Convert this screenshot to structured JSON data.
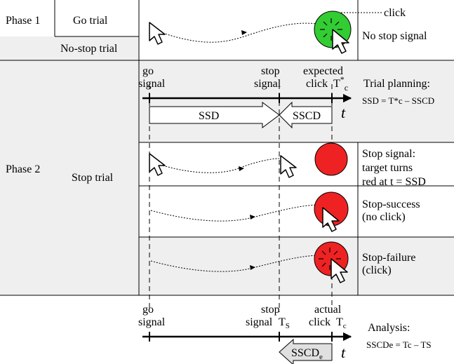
{
  "phase1": {
    "label": "Phase 1",
    "go_trial": "Go trial",
    "no_stop_trial": "No-stop trial",
    "click_label": "click",
    "no_stop_signal": "No stop signal",
    "target_color": "#33cc33"
  },
  "phase2": {
    "label": "Phase 2",
    "stop_trial": "Stop trial",
    "timeline": {
      "go_1": "go",
      "go_2": "signal",
      "stop_1": "stop",
      "stop_2": "signal",
      "expected_1": "expected",
      "expected_2": "click",
      "tc_base": "T",
      "tc_sup": "*",
      "tc_sub": "c",
      "t_axis": "t",
      "ssd_label": "SSD",
      "sscd_label": "SSCD"
    },
    "planning_title": "Trial planning:",
    "planning_formula": "SSD = T*c – SSCD",
    "stop_signal_1": "Stop signal:",
    "stop_signal_2": "target turns",
    "stop_signal_3": "red at t = SSD",
    "success_1": "Stop-success",
    "success_2": "(no click)",
    "failure_1": "Stop-failure",
    "failure_2": "(click)",
    "target_color": "#ee2222"
  },
  "analysis": {
    "go_1": "go",
    "go_2": "signal",
    "stop_1": "stop",
    "stop_2": "signal",
    "ts_base": "T",
    "ts_sub": "S",
    "actual_1": "actual",
    "actual_2": "click",
    "tc_base": "T",
    "tc_sub": "c",
    "t_axis": "t",
    "title": "Analysis:",
    "formula": "SSCDe = Tc – TS",
    "sscde_base": "SSCD",
    "sscde_sub": "e"
  },
  "colors": {
    "shade": "#efefef",
    "line": "#000000"
  }
}
